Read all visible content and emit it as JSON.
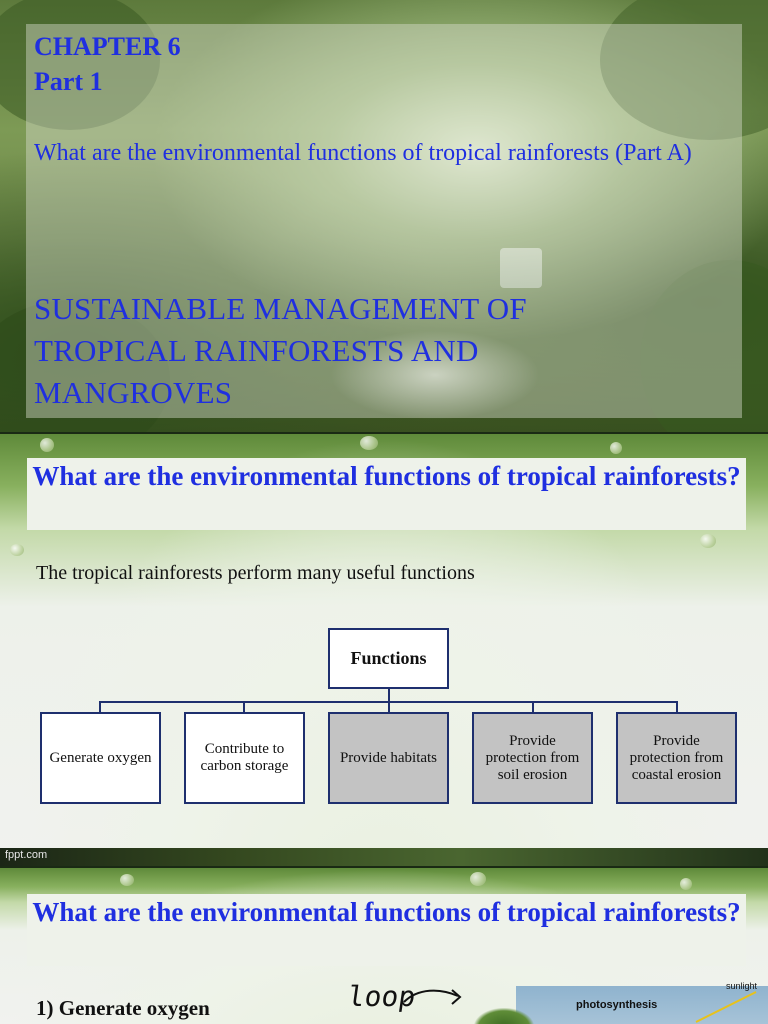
{
  "slide1": {
    "chapter": "CHAPTER 6",
    "part": "Part 1",
    "question": "What are the environmental functions of tropical rainforests (Part A)",
    "title": "SUSTAINABLE MANAGEMENT OF TROPICAL RAINFORESTS AND MANGROVES"
  },
  "slide2": {
    "heading": "What are the environmental functions of tropical rainforests?",
    "intro": "The tropical rainforests perform many useful functions",
    "diagram": {
      "root": "Functions",
      "children": [
        {
          "label": "Generate oxygen",
          "fill": "#ffffff"
        },
        {
          "label": "Contribute to carbon storage",
          "fill": "#ffffff"
        },
        {
          "label": "Provide habitats",
          "fill": "#c3c3c3"
        },
        {
          "label": "Provide protection from soil erosion",
          "fill": "#c3c3c3"
        },
        {
          "label": "Provide protection from coastal erosion",
          "fill": "#c3c3c3"
        }
      ]
    },
    "footer": "fppt.com"
  },
  "slide3": {
    "heading": "What are the environmental functions of tropical rainforests?",
    "subheading": "1) Generate oxygen",
    "annotation": "loop",
    "figure": {
      "label": "photosynthesis",
      "sun_label": "sunlight"
    }
  },
  "colors": {
    "heading_blue": "#1f2fe0",
    "box_border": "#1e2f6e",
    "box_grey": "#c3c3c3"
  }
}
